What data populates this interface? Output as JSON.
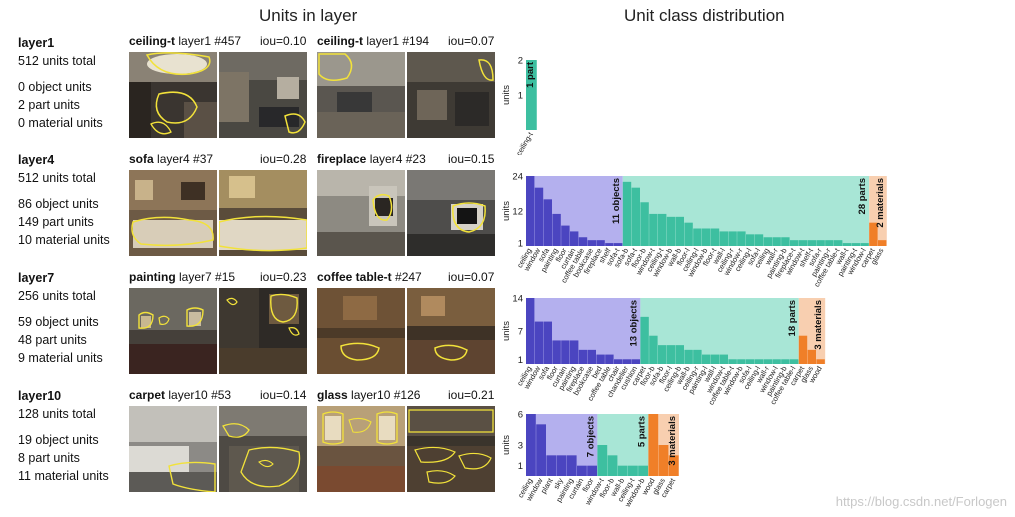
{
  "titles": {
    "left": "Units in layer",
    "right": "Unit class distribution"
  },
  "layers": [
    {
      "name": "layer1",
      "total": "512 units total",
      "object": "0 object units",
      "part": "2 part units",
      "material": "0 material units",
      "examples": [
        {
          "concept": "ceiling-t",
          "rest": "layer1 #457",
          "iou": "iou=0.10"
        },
        {
          "concept": "ceiling-t",
          "rest": "layer1 #194",
          "iou": "iou=0.07"
        }
      ]
    },
    {
      "name": "layer4",
      "total": "512 units total",
      "object": "86 object units",
      "part": "149 part units",
      "material": "10 material units",
      "examples": [
        {
          "concept": "sofa",
          "rest": "layer4 #37",
          "iou": "iou=0.28"
        },
        {
          "concept": "fireplace",
          "rest": "layer4 #23",
          "iou": "iou=0.15"
        }
      ]
    },
    {
      "name": "layer7",
      "total": "256 units total",
      "object": "59 object units",
      "part": "48 part units",
      "material": "9 material units",
      "examples": [
        {
          "concept": "painting",
          "rest": "layer7 #15",
          "iou": "iou=0.23"
        },
        {
          "concept": "coffee table-t",
          "rest": "#247",
          "iou": "iou=0.07"
        }
      ]
    },
    {
      "name": "layer10",
      "total": "128 units total",
      "object": "19 object units",
      "part": "8 part units",
      "material": "11 material units",
      "examples": [
        {
          "concept": "carpet",
          "rest": "layer10 #53",
          "iou": "iou=0.14"
        },
        {
          "concept": "glass",
          "rest": "layer10 #126",
          "iou": "iou=0.21"
        }
      ]
    }
  ],
  "watermark": "https://blog.csdn.net/Forlogen",
  "colors": {
    "object_bar": "#4b45c0",
    "object_bg": "#b4b0ee",
    "part_bar": "#3dbfa0",
    "part_bg": "#a8e6d6",
    "material_bar": "#f07f28",
    "material_bg": "#f8cfb0"
  },
  "chart_data": [
    {
      "type": "bar",
      "layer": "layer1",
      "ylabel": "units",
      "yticks": [
        1,
        2
      ],
      "groups": [
        {
          "kind": "part",
          "label": "1 part",
          "categories": [
            "ceiling-t"
          ],
          "values": [
            2
          ]
        }
      ]
    },
    {
      "type": "bar",
      "layer": "layer4",
      "ylabel": "units",
      "yticks": [
        1,
        12,
        24
      ],
      "groups": [
        {
          "kind": "object",
          "label": "11 objects",
          "categories": [
            "ceiling",
            "window",
            "sofa",
            "painting",
            "floor",
            "curtain",
            "coffee table",
            "bookcase",
            "fireplace",
            "shelf",
            "sofa-t"
          ],
          "values": [
            24,
            20,
            16,
            11,
            7,
            5,
            3,
            2,
            2,
            1,
            1
          ]
        },
        {
          "kind": "part",
          "label": "28 parts",
          "categories": [
            "sofa-b",
            "sofa-t",
            "floor-b",
            "window-t",
            "ceiling-t",
            "window-b",
            "wall-b",
            "floor-l",
            "ceiling-l",
            "window-b",
            "floor-t",
            "wall-l",
            "ceiling-r",
            "window-r",
            "ceiling-l",
            "sofa-l",
            "ceiling",
            "wall-r",
            "painting-b",
            "fireplace-t",
            "window-t",
            "shelf-t",
            "sofa-r",
            "painting-r",
            "coffee table-t",
            "wall-t",
            "painting-t",
            "window-l"
          ],
          "values": [
            22,
            20,
            15,
            11,
            11,
            10,
            10,
            8,
            6,
            6,
            6,
            5,
            5,
            5,
            4,
            4,
            3,
            3,
            3,
            2,
            2,
            2,
            2,
            2,
            2,
            1,
            1,
            1
          ]
        },
        {
          "kind": "material",
          "label": "2 materials",
          "categories": [
            "carpet",
            "glass"
          ],
          "values": [
            8,
            2
          ]
        }
      ]
    },
    {
      "type": "bar",
      "layer": "layer7",
      "ylabel": "units",
      "yticks": [
        1,
        7,
        14
      ],
      "groups": [
        {
          "kind": "object",
          "label": "13 objects",
          "categories": [
            "ceiling",
            "window",
            "sofa",
            "floor",
            "curtain",
            "painting",
            "fireplace",
            "bookcase",
            "bed",
            "coffee table",
            "chair",
            "chandelier",
            "cushion"
          ],
          "values": [
            14,
            9,
            9,
            5,
            5,
            5,
            3,
            3,
            2,
            2,
            1,
            1,
            1
          ]
        },
        {
          "kind": "part",
          "label": "18 parts",
          "categories": [
            "carpet",
            "floor-b",
            "sofa-b",
            "floor-l",
            "ceiling-b",
            "wall-b",
            "ceiling-r",
            "painting-l",
            "wall-l",
            "window-t",
            "coffee table-t",
            "window-b",
            "sofa-l",
            "ceiling-l",
            "wall-r",
            "window-l",
            "painting-b",
            "coffee table-l"
          ],
          "values": [
            10,
            6,
            4,
            4,
            4,
            3,
            3,
            2,
            2,
            2,
            1,
            1,
            1,
            1,
            1,
            1,
            1,
            1
          ]
        },
        {
          "kind": "material",
          "label": "3 materials",
          "categories": [
            "carpet",
            "glass",
            "wood"
          ],
          "values": [
            6,
            3,
            1
          ]
        }
      ]
    },
    {
      "type": "bar",
      "layer": "layer10",
      "ylabel": "units",
      "yticks": [
        1,
        3,
        6
      ],
      "groups": [
        {
          "kind": "object",
          "label": "7 objects",
          "categories": [
            "ceiling",
            "window",
            "plant",
            "sky",
            "painting",
            "curtain",
            "floor"
          ],
          "values": [
            6,
            5,
            2,
            2,
            2,
            1,
            1
          ]
        },
        {
          "kind": "part",
          "label": "5 parts",
          "categories": [
            "window-t",
            "floor-b",
            "wall-b",
            "ceiling-t",
            "window-b"
          ],
          "values": [
            3,
            2,
            1,
            1,
            1
          ]
        },
        {
          "kind": "material",
          "label": "3 materials",
          "categories": [
            "wood",
            "glass",
            "carpet"
          ],
          "values": [
            6,
            3,
            2
          ]
        }
      ]
    }
  ]
}
